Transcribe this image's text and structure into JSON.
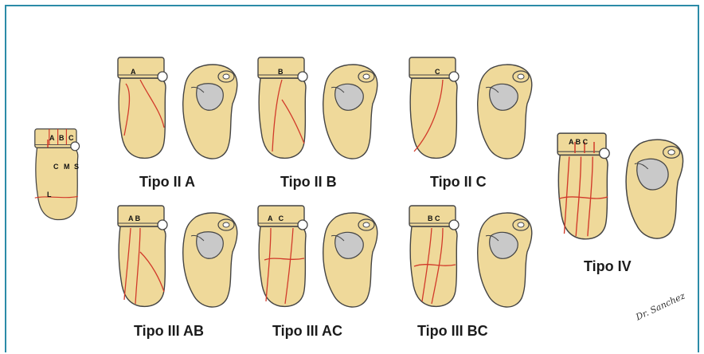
{
  "colors": {
    "frame": "#2b8ba7",
    "bone_fill": "#efd99a",
    "bone_outline": "#444444",
    "fracture_line": "#d23a2a",
    "facet_fill": "#c9c9c9"
  },
  "reference": {
    "markers": [
      "A",
      "B",
      "C"
    ],
    "zones": [
      "C",
      "M",
      "S"
    ],
    "lateral": "L"
  },
  "types": [
    {
      "label": "Tipo II A",
      "marker": "A"
    },
    {
      "label": "Tipo II B",
      "marker": "B"
    },
    {
      "label": "Tipo II C",
      "marker": "C"
    },
    {
      "label": "Tipo III AB",
      "marker": "A B"
    },
    {
      "label": "Tipo III AC",
      "marker": "A   C"
    },
    {
      "label": "Tipo III BC",
      "marker": "B C"
    },
    {
      "label": "Tipo IV",
      "marker": "A B C"
    }
  ],
  "signature": "Dr. Sanchez"
}
